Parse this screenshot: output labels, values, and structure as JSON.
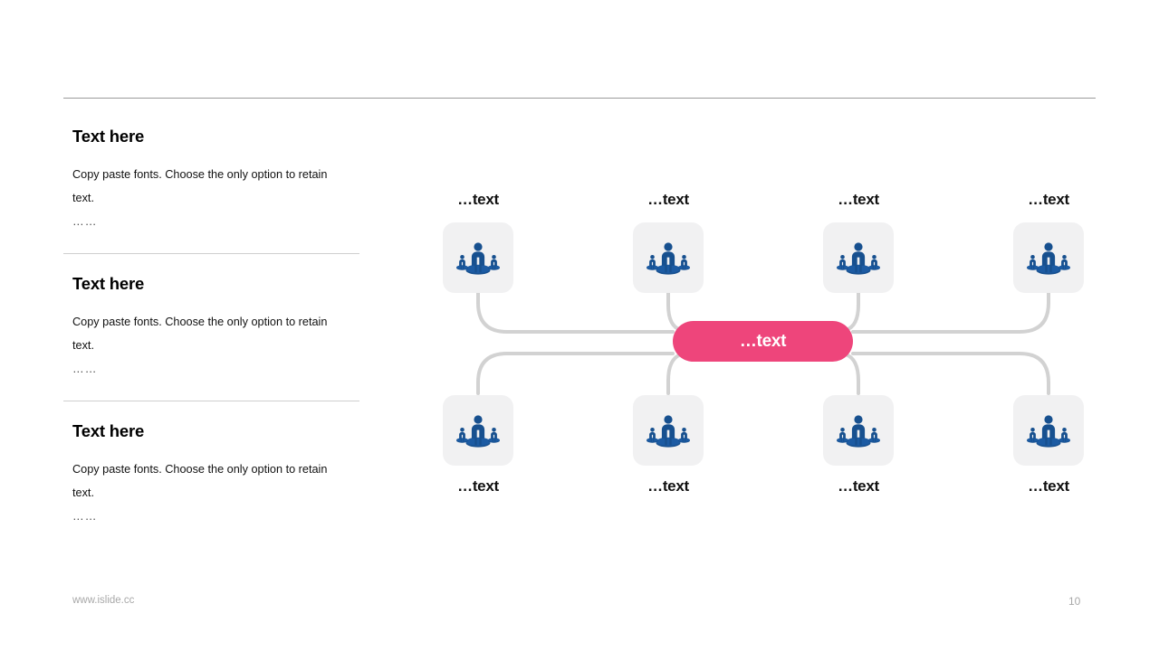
{
  "slide": {
    "footer_url": "www.islide.cc",
    "page_number": "10",
    "accent_color": "#ee457b",
    "icon_color": "#17508f",
    "node_bg_color": "#f1f1f2",
    "connector_color": "#d2d2d2"
  },
  "left_column": {
    "blocks": [
      {
        "title": "Text here",
        "body": "Copy paste fonts. Choose the only option to retain text.",
        "dots": "……"
      },
      {
        "title": "Text here",
        "body": "Copy paste fonts. Choose the only option to retain text.",
        "dots": "……"
      },
      {
        "title": "Text here",
        "body": "Copy paste fonts. Choose the only option to retain text.",
        "dots": "……"
      }
    ]
  },
  "diagram": {
    "center": {
      "label": "…text",
      "icon": "pill-hub"
    },
    "top_nodes": [
      {
        "label": "…text",
        "icon": "team-leadership-icon"
      },
      {
        "label": "…text",
        "icon": "team-leadership-icon"
      },
      {
        "label": "…text",
        "icon": "team-leadership-icon"
      },
      {
        "label": "…text",
        "icon": "team-leadership-icon"
      }
    ],
    "bottom_nodes": [
      {
        "label": "…text",
        "icon": "team-leadership-icon"
      },
      {
        "label": "…text",
        "icon": "team-leadership-icon"
      },
      {
        "label": "…text",
        "icon": "team-leadership-icon"
      },
      {
        "label": "…text",
        "icon": "team-leadership-icon"
      }
    ]
  }
}
